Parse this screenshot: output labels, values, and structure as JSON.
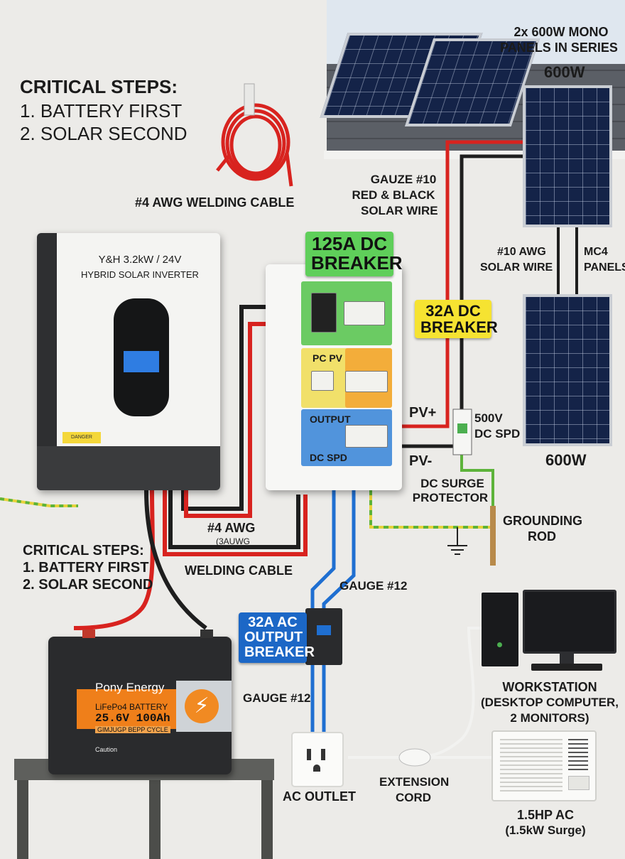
{
  "critical_steps_top": {
    "title": "CRITICAL STEPS:",
    "step1": "1. BATTERY FIRST",
    "step2": "2. SOLAR SECOND"
  },
  "critical_steps_bottom": {
    "title": "CRITICAL STEPS:",
    "step1": "1. BATTERY FIRST",
    "step2": "2. SOLAR SECOND"
  },
  "labels": {
    "welding_cable_top": "#4 AWG WELDING CABLE",
    "panels_heading_1": "2x 600W MONO",
    "panels_heading_2": "PANELS IN SERIES",
    "panel_top_watt": "600W",
    "panel_bottom_watt": "600W",
    "gauze_1": "GAUZE #10",
    "gauze_2": "RED  &  BLACK",
    "gauze_3": "SOLAR WIRE",
    "awg10_1": "#10 AWG",
    "awg10_2": "SOLAR WIRE",
    "mc4_1": "MC4",
    "mc4_2": "PANELS",
    "pv_plus": "PV+",
    "pv_minus": "PV-",
    "spd_1": "500V",
    "spd_2": "DC SPD",
    "surge_1": "DC SURGE",
    "surge_2": "PROTECTOR",
    "ground_1": "GROUNDING",
    "ground_2": "ROD",
    "awg4_1": "#4 AWG",
    "awg4_2": "(3AUWG",
    "awg4_3": "WELDING CABLE",
    "gauge12_top": "GAUGE #12",
    "gauge12_bottom": "GAUGE #12",
    "ac_outlet": "AC OUTLET",
    "extension_1": "EXTENSION",
    "extension_2": "CORD",
    "workstation_1": "WORKSTATION",
    "workstation_2": "(DESKTOP COMPUTER,",
    "workstation_3": "2 MONITORS)",
    "ac_unit_1": "1.5HP AC",
    "ac_unit_2": "(1.5kW Surge)"
  },
  "tags": {
    "breaker_125_1": "125A DC",
    "breaker_125_2": "BREAKER",
    "breaker_32dc_1": "32A DC",
    "breaker_32dc_2": "BREAKER",
    "breaker_32ac_1": "32A AC",
    "breaker_32ac_2": "OUTPUT",
    "breaker_32ac_3": "BREAKER"
  },
  "inverter": {
    "title": "Y&H 3.2kW / 24V",
    "subtitle": "HYBRID SOLAR INVERTER",
    "warning": "DANGER"
  },
  "combiner": {
    "zone_pv": "PC PV",
    "zone_output": "OUTPUT",
    "zone_spd": "DC SPD"
  },
  "battery": {
    "brand": "Pony Energy",
    "chemistry": "LiFePo4 BATTERY",
    "spec": "25.6V 100Ah",
    "code": "GIMJUGP  BEPP CYCLE",
    "caution": "Caution"
  },
  "colors": {
    "red_wire": "#d8231f",
    "black_wire": "#1e1e1e",
    "blue_wire": "#1f6fd1",
    "ground_green": "#5db33a",
    "ground_yellow": "#e8d23b",
    "green_tag": "#5fcf5a",
    "yellow_tag": "#f6e331",
    "blue_tag": "#1c67c6"
  }
}
